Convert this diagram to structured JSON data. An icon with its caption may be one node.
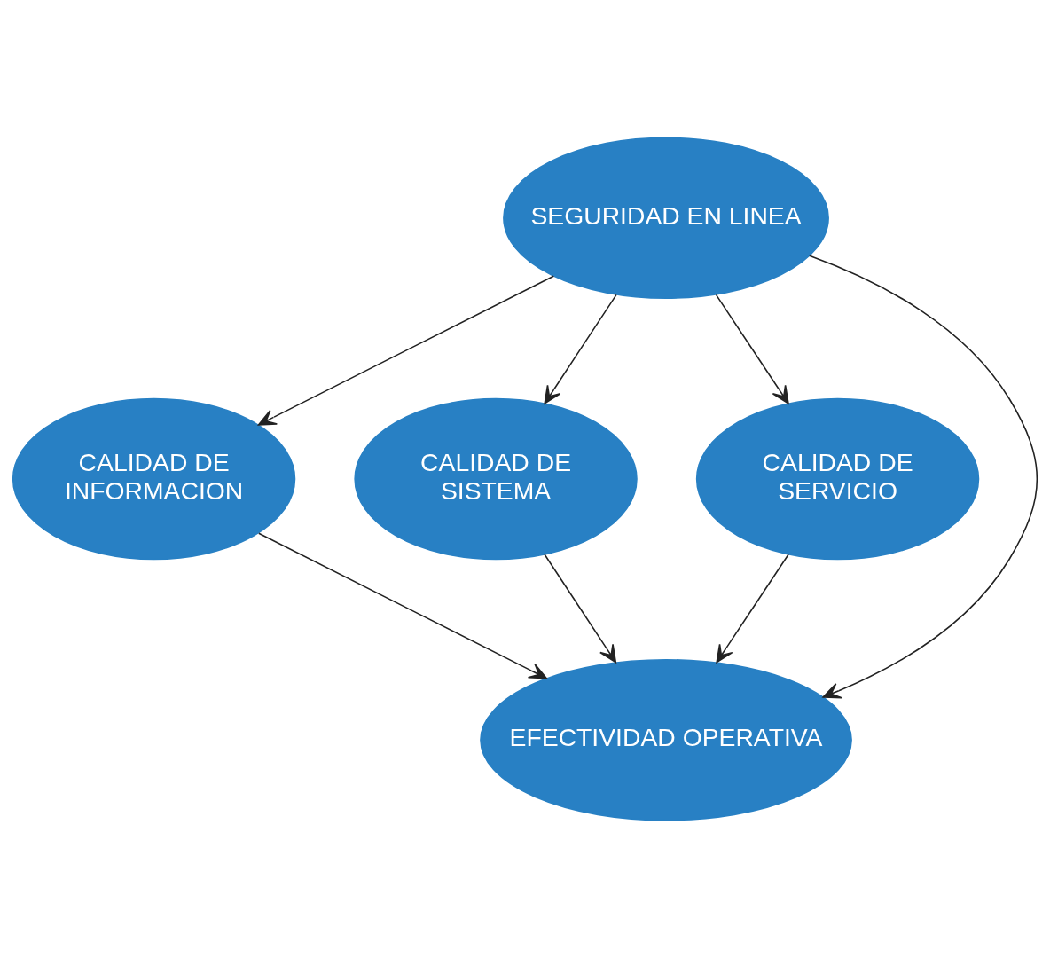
{
  "diagram": {
    "nodes": [
      {
        "text": [
          "SEGURIDAD EN LINEA"
        ]
      },
      {
        "text": [
          "CALIDAD DE INFORMACION"
        ]
      },
      {
        "text": [
          "CALIDAD DE SISTEMA"
        ]
      },
      {
        "text": [
          "CALIDAD DE SERVICIO"
        ]
      },
      {
        "text": [
          "EFECTIVIDAD OPERATIVA"
        ]
      }
    ],
    "edges": [
      {
        "from": 0,
        "to": 1,
        "arrow": "to"
      },
      {
        "from": 0,
        "to": 2,
        "arrow": "to"
      },
      {
        "from": 0,
        "to": 3,
        "arrow": "to"
      },
      {
        "from": 0,
        "to": 4,
        "arrow": "to"
      },
      {
        "from": 1,
        "to": 4,
        "arrow": "to"
      },
      {
        "from": 2,
        "to": 4,
        "arrow": "to"
      },
      {
        "from": 3,
        "to": 4,
        "arrow": "to"
      }
    ]
  }
}
